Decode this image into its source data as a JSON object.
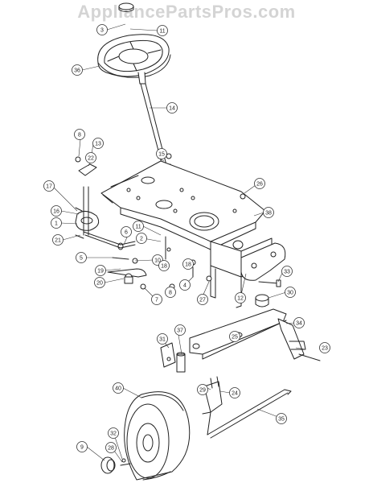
{
  "watermark": "AppliancePartsPros.com",
  "callouts": [
    {
      "id": "c3",
      "label": "3"
    },
    {
      "id": "c11a",
      "label": "11"
    },
    {
      "id": "c36",
      "label": "36"
    },
    {
      "id": "c14",
      "label": "14"
    },
    {
      "id": "c8a",
      "label": "8"
    },
    {
      "id": "c13",
      "label": "13"
    },
    {
      "id": "c22",
      "label": "22"
    },
    {
      "id": "c15",
      "label": "15"
    },
    {
      "id": "c26",
      "label": "26"
    },
    {
      "id": "c17",
      "label": "17"
    },
    {
      "id": "c16",
      "label": "16"
    },
    {
      "id": "c1",
      "label": "1"
    },
    {
      "id": "c21",
      "label": "21"
    },
    {
      "id": "c38",
      "label": "38"
    },
    {
      "id": "c11b",
      "label": "11"
    },
    {
      "id": "c6",
      "label": "6"
    },
    {
      "id": "c2",
      "label": "2"
    },
    {
      "id": "c5",
      "label": "5"
    },
    {
      "id": "c10",
      "label": "10"
    },
    {
      "id": "c18a",
      "label": "18"
    },
    {
      "id": "c18b",
      "label": "18"
    },
    {
      "id": "c19",
      "label": "19"
    },
    {
      "id": "c20",
      "label": "20"
    },
    {
      "id": "c4",
      "label": "4"
    },
    {
      "id": "c8b",
      "label": "8"
    },
    {
      "id": "c7",
      "label": "7"
    },
    {
      "id": "c27",
      "label": "27"
    },
    {
      "id": "c12",
      "label": "12"
    },
    {
      "id": "c33",
      "label": "33"
    },
    {
      "id": "c30",
      "label": "30"
    },
    {
      "id": "c34",
      "label": "34"
    },
    {
      "id": "c31",
      "label": "31"
    },
    {
      "id": "c37",
      "label": "37"
    },
    {
      "id": "c25",
      "label": "25"
    },
    {
      "id": "c23",
      "label": "23"
    },
    {
      "id": "c40",
      "label": "40"
    },
    {
      "id": "c29",
      "label": "29"
    },
    {
      "id": "c24",
      "label": "24"
    },
    {
      "id": "c35",
      "label": "35"
    },
    {
      "id": "c32",
      "label": "32"
    },
    {
      "id": "c28",
      "label": "28"
    },
    {
      "id": "c9",
      "label": "9"
    }
  ]
}
